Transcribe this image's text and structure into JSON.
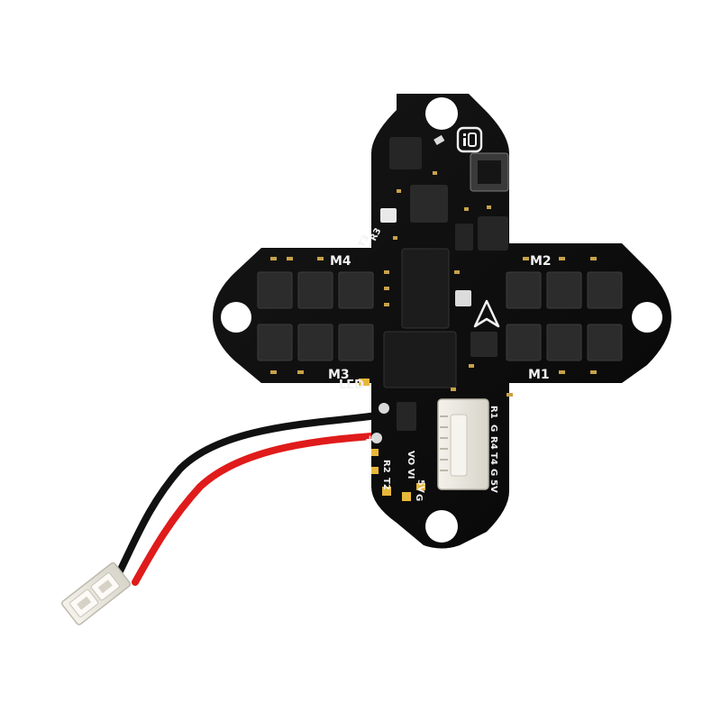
{
  "board": {
    "motor_labels": {
      "m1": "M1",
      "m2": "M2",
      "m3": "M3",
      "m4": "M4"
    },
    "led_label": "LED",
    "pad_labels": {
      "t3": "T3",
      "r3": "R3",
      "r2": "R2",
      "t2": "T2",
      "vo": "VO",
      "vi": "VI",
      "v5": "5V",
      "g": "G",
      "plus": "+"
    },
    "connector_pins": {
      "r1": "R1",
      "g1": "G",
      "r4": "R4",
      "t4": "T4",
      "g2": "G",
      "v5": "5V"
    }
  },
  "colors": {
    "pcb": "#0b0b0b",
    "chip": "#222222",
    "gold_pad": "#e8b73a",
    "silkscreen": "#f2f2f2",
    "wire_red": "#e01b1b",
    "wire_black": "#111111",
    "connector": "#e6e4dc"
  },
  "icons": [
    "brand-logo-icon",
    "arrow-logo-icon",
    "mounting-hole-icon"
  ]
}
